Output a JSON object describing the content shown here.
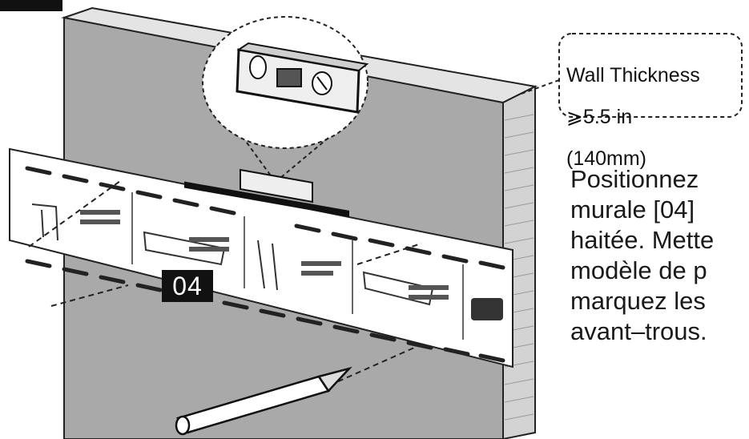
{
  "callout": {
    "line1": "Wall Thickness",
    "line2": "⩾5.5 in",
    "line3": "(140mm)"
  },
  "step_badge": "04",
  "instruction": {
    "line1": "Positionnez",
    "line2": "murale [04]",
    "line3": "haitée. Mette",
    "line4": "modèle de p",
    "line5": "marquez les",
    "line6": "avant–trous."
  },
  "icons": [
    "bubble-level-icon",
    "pencil-icon",
    "brick-wall-icon",
    "drill-icon"
  ],
  "colors": {
    "wall": "#a8a8a8",
    "wall_top": "#e2e2e2",
    "brick": "#cfcfcf",
    "template": "#ffffff",
    "ink": "#111111"
  }
}
